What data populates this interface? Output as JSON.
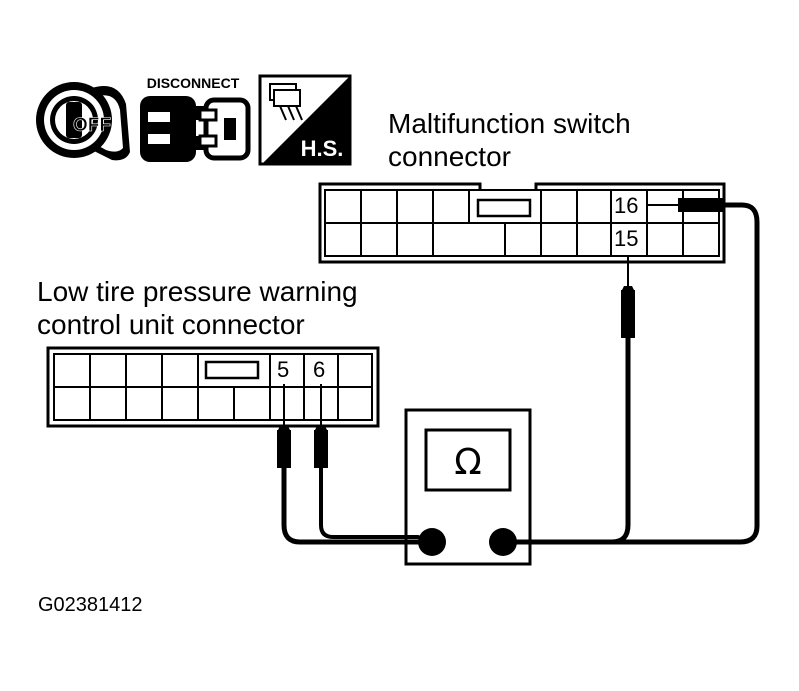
{
  "icons": {
    "ignition": {
      "name": "ignition-key-icon",
      "text": "OFF"
    },
    "disconnect": {
      "name": "disconnect-connector-icon",
      "text": "DISCONNECT"
    },
    "harness": {
      "name": "harness-connector-icon",
      "text": "H.S."
    }
  },
  "multifunction": {
    "label_line1": "Maltifunction switch",
    "label_line2": "connector",
    "pin_top": "16",
    "pin_bottom": "15"
  },
  "control_unit": {
    "label_line1": "Low tire pressure warning",
    "label_line2": "control unit connector",
    "pin_a": "5",
    "pin_b": "6"
  },
  "meter": {
    "symbol": "Ω",
    "name": "ohmmeter"
  },
  "figure_code": "G02381412",
  "colors": {
    "ink": "#000000",
    "paper": "#ffffff"
  }
}
